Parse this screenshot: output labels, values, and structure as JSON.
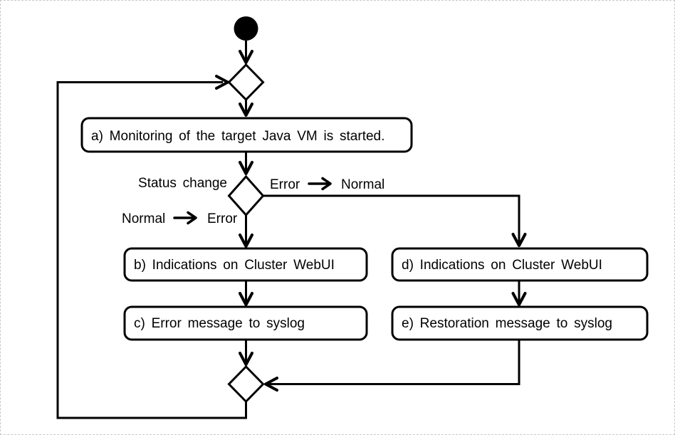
{
  "diagram": {
    "colors": {
      "line": "#000000",
      "node_fill": "#ffffff",
      "background": "#ffffff",
      "page_border": "#c9c9c9"
    },
    "nodes": {
      "a": "a) Monitoring of the target Java VM is started.",
      "b": "b) Indications on Cluster WebUI",
      "c": "c) Error message to syslog",
      "d": "d) Indications on Cluster WebUI",
      "e": "e) Restoration message to syslog"
    },
    "labels": {
      "decision": "Status change",
      "branch_right": {
        "from": "Error",
        "to": "Normal"
      },
      "branch_down": {
        "from": "Normal",
        "to": "Error"
      }
    }
  }
}
